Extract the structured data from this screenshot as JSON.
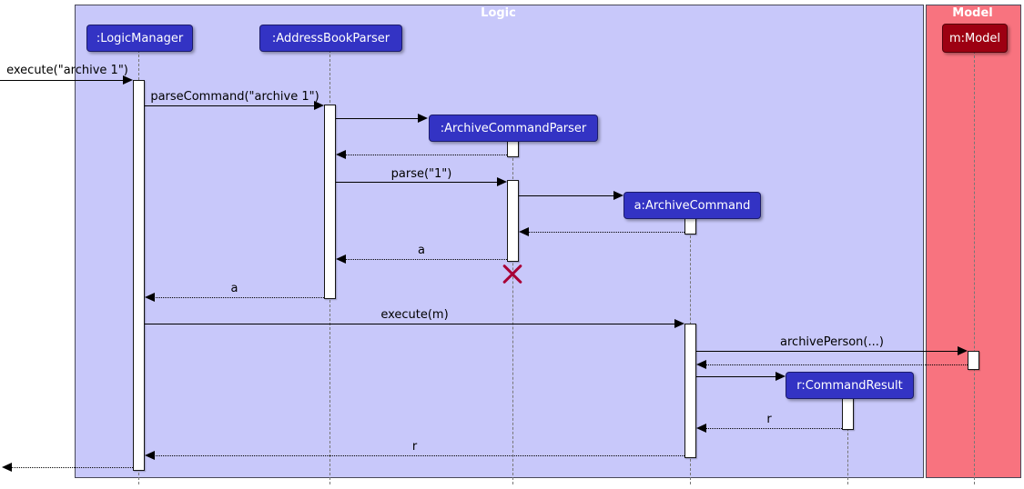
{
  "diagram_type": "uml-sequence-diagram",
  "frames": {
    "logic": {
      "title": "Logic",
      "bg": "#C8C8FA"
    },
    "model": {
      "title": "Model",
      "bg": "#F8737F"
    }
  },
  "participants": {
    "logic_manager": ":LogicManager",
    "address_book_parser": ":AddressBookParser",
    "archive_command_parser": ":ArchiveCommandParser",
    "archive_command": "a:ArchiveCommand",
    "command_result": "r:CommandResult",
    "model": "m:Model"
  },
  "messages": {
    "execute_archive": "execute(\"archive 1\")",
    "parse_command": "parseCommand(\"archive 1\")",
    "parse_one": "parse(\"1\")",
    "return_a_to_parser": "a",
    "return_a_to_manager": "a",
    "execute_m": "execute(m)",
    "archive_person": "archivePerson(...)",
    "return_r_to_command": "r",
    "return_r_to_manager": "r"
  },
  "colors": {
    "logic_frame_bg": "#C8C8FA",
    "model_frame_bg": "#F8737F",
    "logic_participant_bg": "#3333C4",
    "model_participant_bg": "#9D0012",
    "destroy_marker": "#A80036",
    "activation_fill": "#FFFFFF",
    "arrow_color": "#000000"
  }
}
